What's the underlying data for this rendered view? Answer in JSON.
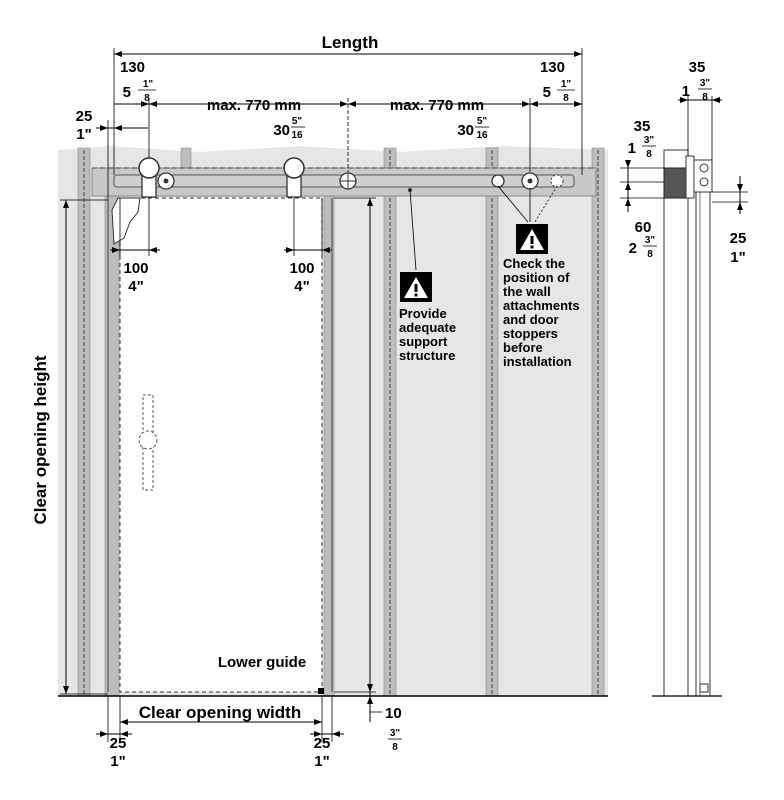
{
  "labels": {
    "length": "Length",
    "clear_opening_height": "Clear opening height",
    "clear_opening_width": "Clear opening width",
    "lower_guide": "Lower guide",
    "max_770_left": "max. 770 mm",
    "max_770_right": "max. 770 mm"
  },
  "dims": {
    "d130_left_mm": "130",
    "d130_left_in_whole": "5",
    "d130_left_in_num": "1\"",
    "d130_left_in_den": "8",
    "d130_right_mm": "130",
    "d130_right_in_whole": "5",
    "d130_right_in_num": "1\"",
    "d130_right_in_den": "8",
    "d770_left_in_whole": "30",
    "d770_left_in_num": "5\"",
    "d770_left_in_den": "16",
    "d770_right_in_whole": "30",
    "d770_right_in_num": "5\"",
    "d770_right_in_den": "16",
    "d25_topleft_mm": "25",
    "d25_topleft_in": "1\"",
    "d100_left_mm": "100",
    "d100_left_in": "4\"",
    "d100_right_mm": "100",
    "d100_right_in": "4\"",
    "d25_botleft_mm": "25",
    "d25_botleft_in": "1\"",
    "d25_botright_mm": "25",
    "d25_botright_in": "1\"",
    "d10_mm": "10",
    "d10_in_num": "3\"",
    "d10_in_den": "8",
    "side_35_top_mm": "35",
    "side_35_top_whole": "1",
    "side_35_top_num": "3\"",
    "side_35_top_den": "8",
    "side_35_mid_mm": "35",
    "side_35_mid_whole": "1",
    "side_35_mid_num": "3\"",
    "side_35_mid_den": "8",
    "side_60_mm": "60",
    "side_60_whole": "2",
    "side_60_num": "3\"",
    "side_60_den": "8",
    "side_25_mm": "25",
    "side_25_in": "1\""
  },
  "notes": {
    "support": [
      "Provide",
      "adequate",
      "support",
      "structure"
    ],
    "check": [
      "Check the",
      "position of",
      "the wall",
      "attachments",
      "and door",
      "stoppers",
      "before",
      "installation"
    ]
  },
  "icons": {
    "warning_support": "warning-icon",
    "warning_check": "warning-icon"
  }
}
